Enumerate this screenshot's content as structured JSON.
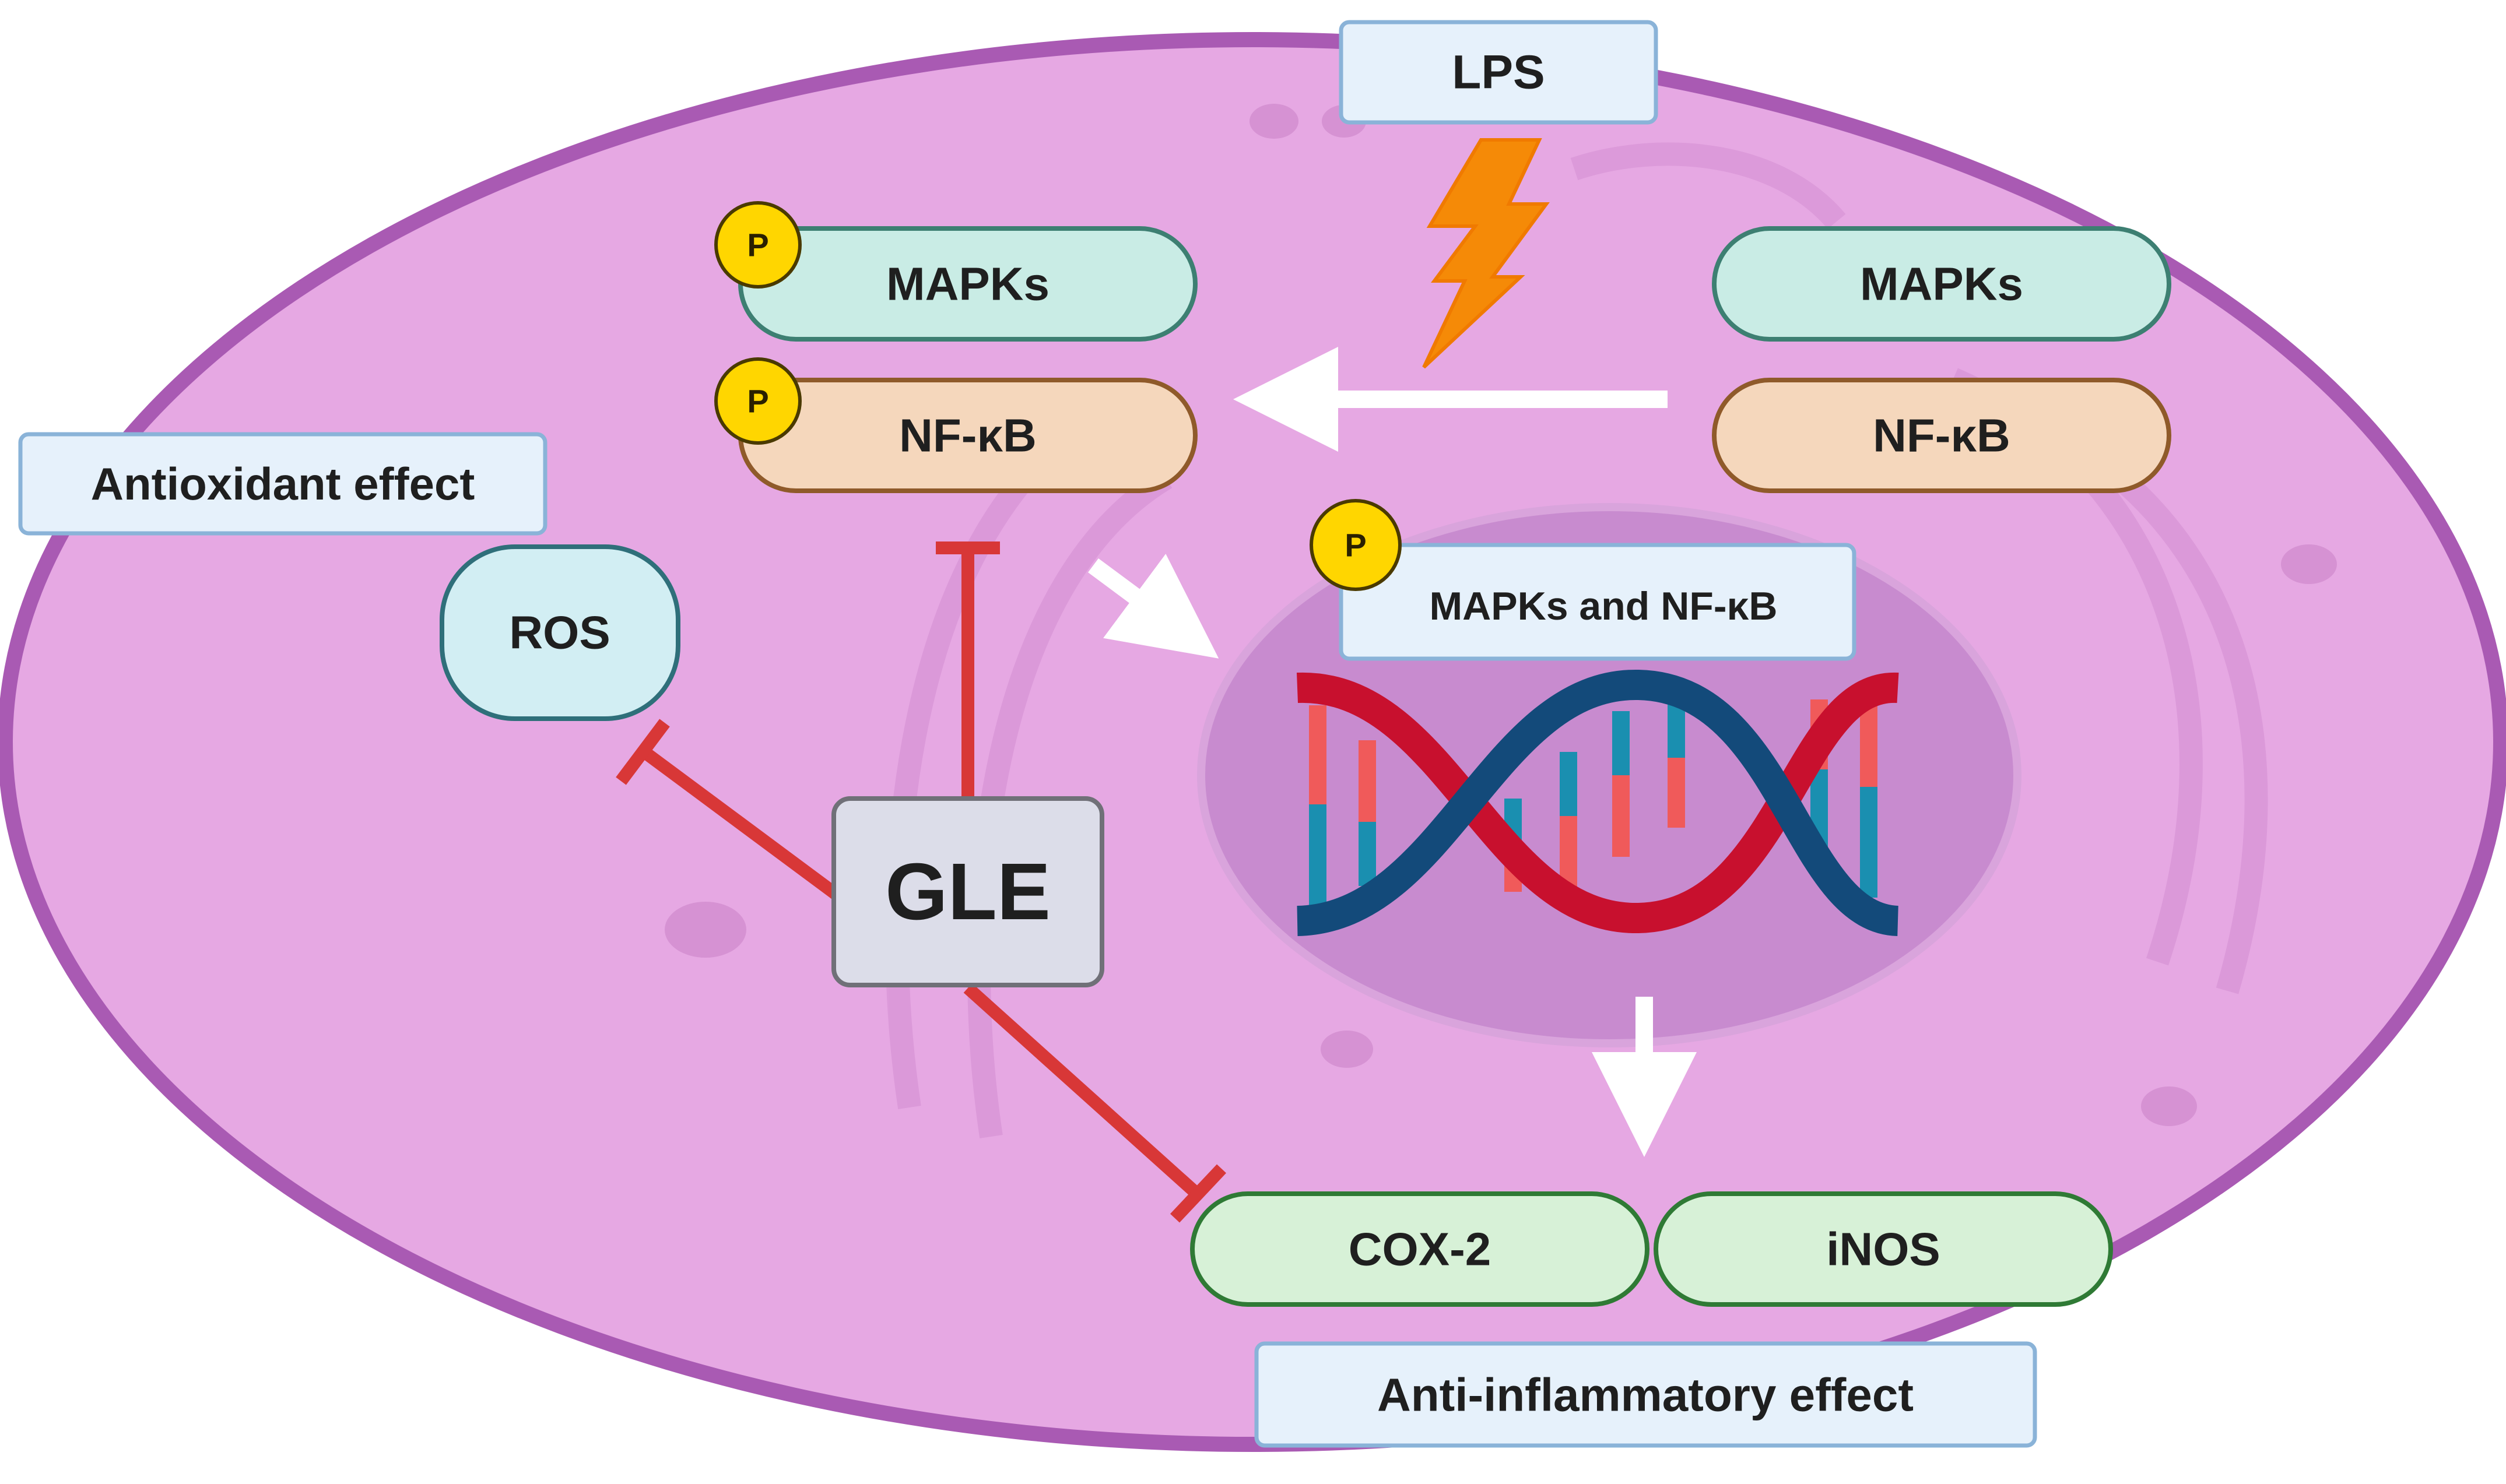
{
  "stimulus": {
    "label": "LPS"
  },
  "inactive": {
    "mapks": "MAPKs",
    "nfkb": "NF-κB"
  },
  "phosphorylated": {
    "mapks": "MAPKs",
    "nfkb": "NF-κB",
    "badge": "P"
  },
  "nucleus": {
    "label": "MAPKs and NF-κB",
    "badge": "P"
  },
  "ros": {
    "label": "ROS"
  },
  "gle": {
    "label": "GLE"
  },
  "targets": {
    "cox2": "COX-2",
    "inos": "iNOS"
  },
  "effects": {
    "antioxidant": "Antioxidant effect",
    "antiinflammatory": "Anti-inflammatory effect"
  },
  "colors": {
    "cell_fill": "#e6a8e3",
    "cell_border": "#a95ab3",
    "nucleus_fill": "#c88bcf",
    "mapk_fill": "#c9ece5",
    "nfkb_fill": "#f5d7bc",
    "ros_fill": "#d2eef3",
    "target_fill": "#d7f1d7",
    "label_box_fill": "#e6f1fb",
    "gle_fill": "#dcdde9",
    "inhibit": "#d83737",
    "badge": "#ffd600",
    "lightning": "#f58a07"
  }
}
